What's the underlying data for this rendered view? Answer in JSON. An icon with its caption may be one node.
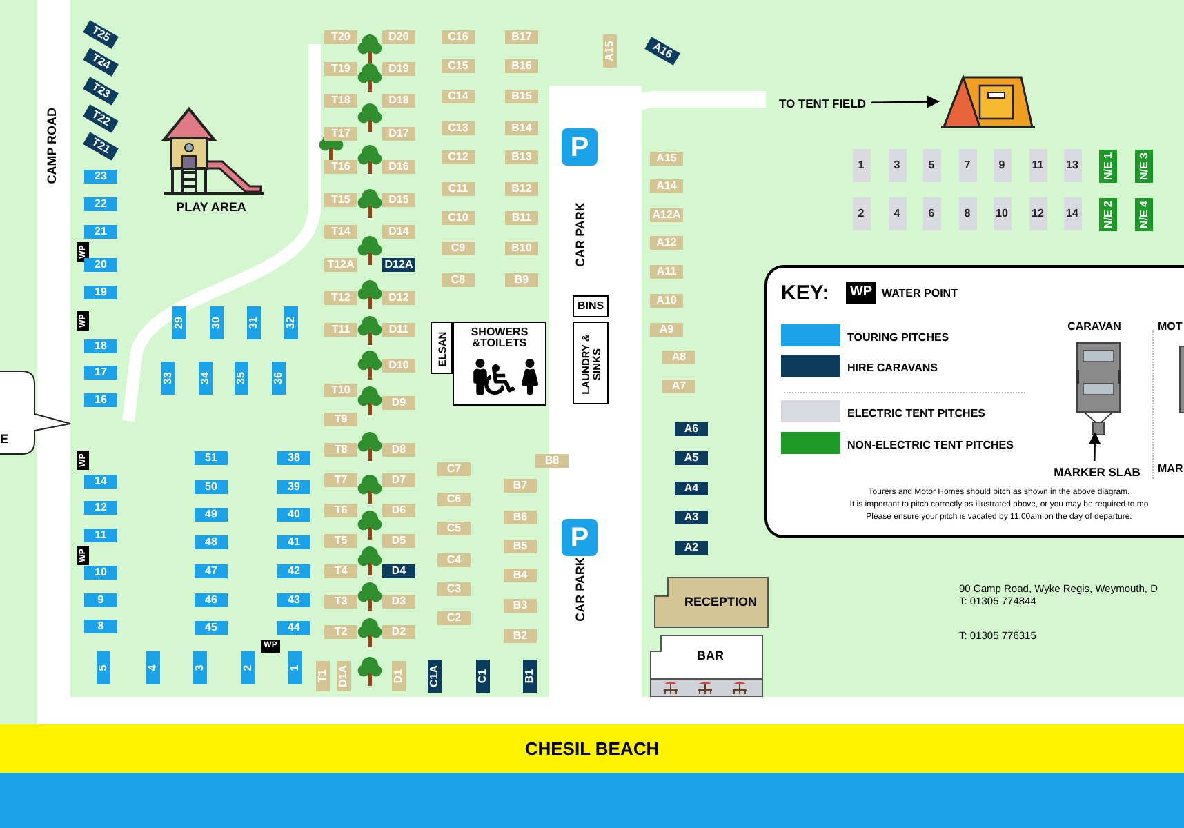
{
  "diagram": {
    "nodes": [
      {
        "text": [
          "E"
        ]
      },
      {
        "text": [
          "T25"
        ]
      },
      {
        "text": [
          "T24"
        ]
      },
      {
        "text": [
          "T23"
        ]
      },
      {
        "text": [
          "T22"
        ]
      },
      {
        "text": [
          "T21"
        ]
      },
      {
        "text": [
          "23"
        ]
      },
      {
        "text": [
          "22"
        ]
      },
      {
        "text": [
          "21"
        ]
      },
      {
        "text": [
          "WP"
        ]
      },
      {
        "text": [
          "20"
        ]
      },
      {
        "text": [
          "19"
        ]
      },
      {
        "text": [
          "WP"
        ]
      },
      {
        "text": [
          "18"
        ]
      },
      {
        "text": [
          "17"
        ]
      },
      {
        "text": [
          "16"
        ]
      },
      {
        "text": [
          "WP"
        ]
      },
      {
        "text": [
          "14"
        ]
      },
      {
        "text": [
          "12"
        ]
      },
      {
        "text": [
          "11"
        ]
      },
      {
        "text": [
          "WP"
        ]
      },
      {
        "text": [
          "10"
        ]
      },
      {
        "text": [
          "9"
        ]
      },
      {
        "text": [
          "8"
        ]
      },
      {
        "text": [
          "5"
        ]
      },
      {
        "text": [
          "4"
        ]
      },
      {
        "text": [
          "3"
        ]
      },
      {
        "text": [
          "2"
        ]
      },
      {
        "text": [
          "WP"
        ]
      },
      {
        "text": [
          "1"
        ]
      },
      {
        "text": [
          "29"
        ]
      },
      {
        "text": [
          "30"
        ]
      },
      {
        "text": [
          "31"
        ]
      },
      {
        "text": [
          "32"
        ]
      },
      {
        "text": [
          "33"
        ]
      },
      {
        "text": [
          "34"
        ]
      },
      {
        "text": [
          "35"
        ]
      },
      {
        "text": [
          "36"
        ]
      },
      {
        "text": [
          "51"
        ]
      },
      {
        "text": [
          "50"
        ]
      },
      {
        "text": [
          "49"
        ]
      },
      {
        "text": [
          "48"
        ]
      },
      {
        "text": [
          "47"
        ]
      },
      {
        "text": [
          "46"
        ]
      },
      {
        "text": [
          "45"
        ]
      },
      {
        "text": [
          "38"
        ]
      },
      {
        "text": [
          "39"
        ]
      },
      {
        "text": [
          "40"
        ]
      },
      {
        "text": [
          "41"
        ]
      },
      {
        "text": [
          "42"
        ]
      },
      {
        "text": [
          "43"
        ]
      },
      {
        "text": [
          "44"
        ]
      },
      {
        "text": [
          "T20"
        ]
      },
      {
        "text": [
          "D20"
        ]
      },
      {
        "text": [
          "T19"
        ]
      },
      {
        "text": [
          "D19"
        ]
      },
      {
        "text": [
          "T18"
        ]
      },
      {
        "text": [
          "D18"
        ]
      },
      {
        "text": [
          "T17"
        ]
      },
      {
        "text": [
          "D17"
        ]
      },
      {
        "text": [
          "T16"
        ]
      },
      {
        "text": [
          "D16"
        ]
      },
      {
        "text": [
          "T15"
        ]
      },
      {
        "text": [
          "D15"
        ]
      },
      {
        "text": [
          "T14"
        ]
      },
      {
        "text": [
          "D14"
        ]
      },
      {
        "text": [
          "T12A"
        ]
      },
      {
        "text": [
          "D12A"
        ]
      },
      {
        "text": [
          "T12"
        ]
      },
      {
        "text": [
          "D12"
        ]
      },
      {
        "text": [
          "T11"
        ]
      },
      {
        "text": [
          "D11"
        ]
      },
      {
        "text": [
          "D10"
        ]
      },
      {
        "text": [
          "T10"
        ]
      },
      {
        "text": [
          "D9"
        ]
      },
      {
        "text": [
          "T9"
        ]
      },
      {
        "text": [
          "T8"
        ]
      },
      {
        "text": [
          "D8"
        ]
      },
      {
        "text": [
          "T7"
        ]
      },
      {
        "text": [
          "D7"
        ]
      },
      {
        "text": [
          "T6"
        ]
      },
      {
        "text": [
          "D6"
        ]
      },
      {
        "text": [
          "T5"
        ]
      },
      {
        "text": [
          "D5"
        ]
      },
      {
        "text": [
          "T4"
        ]
      },
      {
        "text": [
          "D4"
        ]
      },
      {
        "text": [
          "T3"
        ]
      },
      {
        "text": [
          "D3"
        ]
      },
      {
        "text": [
          "T2"
        ]
      },
      {
        "text": [
          "D2"
        ]
      },
      {
        "text": [
          "T1"
        ]
      },
      {
        "text": [
          "D1A"
        ]
      },
      {
        "text": [
          "D1"
        ]
      },
      {
        "text": [
          "C16"
        ]
      },
      {
        "text": [
          "B17"
        ]
      },
      {
        "text": [
          "C15"
        ]
      },
      {
        "text": [
          "B16"
        ]
      },
      {
        "text": [
          "C14"
        ]
      },
      {
        "text": [
          "B15"
        ]
      },
      {
        "text": [
          "C13"
        ]
      },
      {
        "text": [
          "B14"
        ]
      },
      {
        "text": [
          "C12"
        ]
      },
      {
        "text": [
          "B13"
        ]
      },
      {
        "text": [
          "C11"
        ]
      },
      {
        "text": [
          "B12"
        ]
      },
      {
        "text": [
          "C10"
        ]
      },
      {
        "text": [
          "B11"
        ]
      },
      {
        "text": [
          "C9"
        ]
      },
      {
        "text": [
          "B10"
        ]
      },
      {
        "text": [
          "C8"
        ]
      },
      {
        "text": [
          "B9"
        ]
      },
      {
        "text": [
          "A15"
        ]
      },
      {
        "text": [
          "A16"
        ]
      },
      {
        "text": [
          "P",
          "CAR PARK"
        ]
      },
      {
        "text": [
          "BINS"
        ]
      },
      {
        "text": [
          "ELSAN"
        ]
      },
      {
        "text": [
          "SHOWERS &TOILETS"
        ]
      },
      {
        "text": [
          "LAUNDRY & SINKS"
        ]
      },
      {
        "text": [
          "A15"
        ]
      },
      {
        "text": [
          "A14"
        ]
      },
      {
        "text": [
          "A12A"
        ]
      },
      {
        "text": [
          "A12"
        ]
      },
      {
        "text": [
          "A11"
        ]
      },
      {
        "text": [
          "A10"
        ]
      },
      {
        "text": [
          "A9"
        ]
      },
      {
        "text": [
          "A8"
        ]
      },
      {
        "text": [
          "A7"
        ]
      },
      {
        "text": [
          "A6"
        ]
      },
      {
        "text": [
          "A5"
        ]
      },
      {
        "text": [
          "A4"
        ]
      },
      {
        "text": [
          "A3"
        ]
      },
      {
        "text": [
          "A2"
        ]
      },
      {
        "text": [
          "B8"
        ]
      },
      {
        "text": [
          "C7"
        ]
      },
      {
        "text": [
          "B7"
        ]
      },
      {
        "text": [
          "C6"
        ]
      },
      {
        "text": [
          "B6"
        ]
      },
      {
        "text": [
          "C5"
        ]
      },
      {
        "text": [
          "B5"
        ]
      },
      {
        "text": [
          "C4"
        ]
      },
      {
        "text": [
          "B4"
        ]
      },
      {
        "text": [
          "C3"
        ]
      },
      {
        "text": [
          "B3"
        ]
      },
      {
        "text": [
          "C2"
        ]
      },
      {
        "text": [
          "B2"
        ]
      },
      {
        "text": [
          "C1A"
        ]
      },
      {
        "text": [
          "C1"
        ]
      },
      {
        "text": [
          "B1"
        ]
      },
      {
        "text": [
          "P",
          "CAR PARK"
        ]
      },
      {
        "text": [
          "RECEPTION"
        ]
      },
      {
        "text": [
          "BAR"
        ]
      },
      {
        "text": [
          "TO TENT FIELD"
        ]
      },
      {
        "text": [],
        "shape": "picture"
      },
      {
        "text": [
          "1"
        ]
      },
      {
        "text": [
          "3"
        ]
      },
      {
        "text": [
          "5"
        ]
      },
      {
        "text": [
          "7"
        ]
      },
      {
        "text": [
          "9"
        ]
      },
      {
        "text": [
          "11"
        ]
      },
      {
        "text": [
          "13"
        ]
      },
      {
        "text": [
          "N/E 1"
        ]
      },
      {
        "text": [
          "N/E 3"
        ]
      },
      {
        "text": [
          "2"
        ]
      },
      {
        "text": [
          "4"
        ]
      },
      {
        "text": [
          "6"
        ]
      },
      {
        "text": [
          "8"
        ]
      },
      {
        "text": [
          "10"
        ]
      },
      {
        "text": [
          "12"
        ]
      },
      {
        "text": [
          "14"
        ]
      },
      {
        "text": [
          "N/E 2"
        ]
      },
      {
        "text": [
          "N/E 4"
        ]
      },
      {
        "text": [
          "KEY:"
        ]
      },
      {
        "text": [
          "WP"
        ],
        "in": 171,
        "beside": [
          "WATER POINT"
        ]
      },
      {
        "text": [],
        "shape": "picture",
        "in": 171
      },
      {
        "text": [
          "MARKER SLAB"
        ],
        "in": 171
      },
      {
        "text": [
          "CHESIL BEACH"
        ]
      }
    ],
    "edges": [
      {
        "from": 151,
        "to": 152,
        "arrow": "to"
      },
      {
        "from": 174,
        "to": 173,
        "arrow": "to"
      }
    ],
    "labels": [
      "CAMP ROAD",
      "PLAY AREA",
      "CARAVAN",
      "MOT",
      "MAR",
      "Tourers and Motor Homes should pitch as shown in the above diagram.",
      "It is important to pitch correctly as illustrated above, or you may be required to mo",
      "Please ensure your pitch is vacated by 11.00am on the day of departure.",
      "90 Camp Road, Wyke Regis, Weymouth, D",
      "T: 01305 774844",
      "T: 01305 776315"
    ],
    "legend": [
      {
        "text": "TOURING PITCHES",
        "color": "#1aa3e8"
      },
      {
        "text": "HIRE CARAVANS",
        "color": "#0b3c5d"
      },
      {
        "text": "ELECTRIC TENT PITCHES",
        "color": "#d9dadf"
      },
      {
        "text": "NON-ELECTRIC TENT PITCHES",
        "color": "#1e9a28"
      }
    ]
  }
}
